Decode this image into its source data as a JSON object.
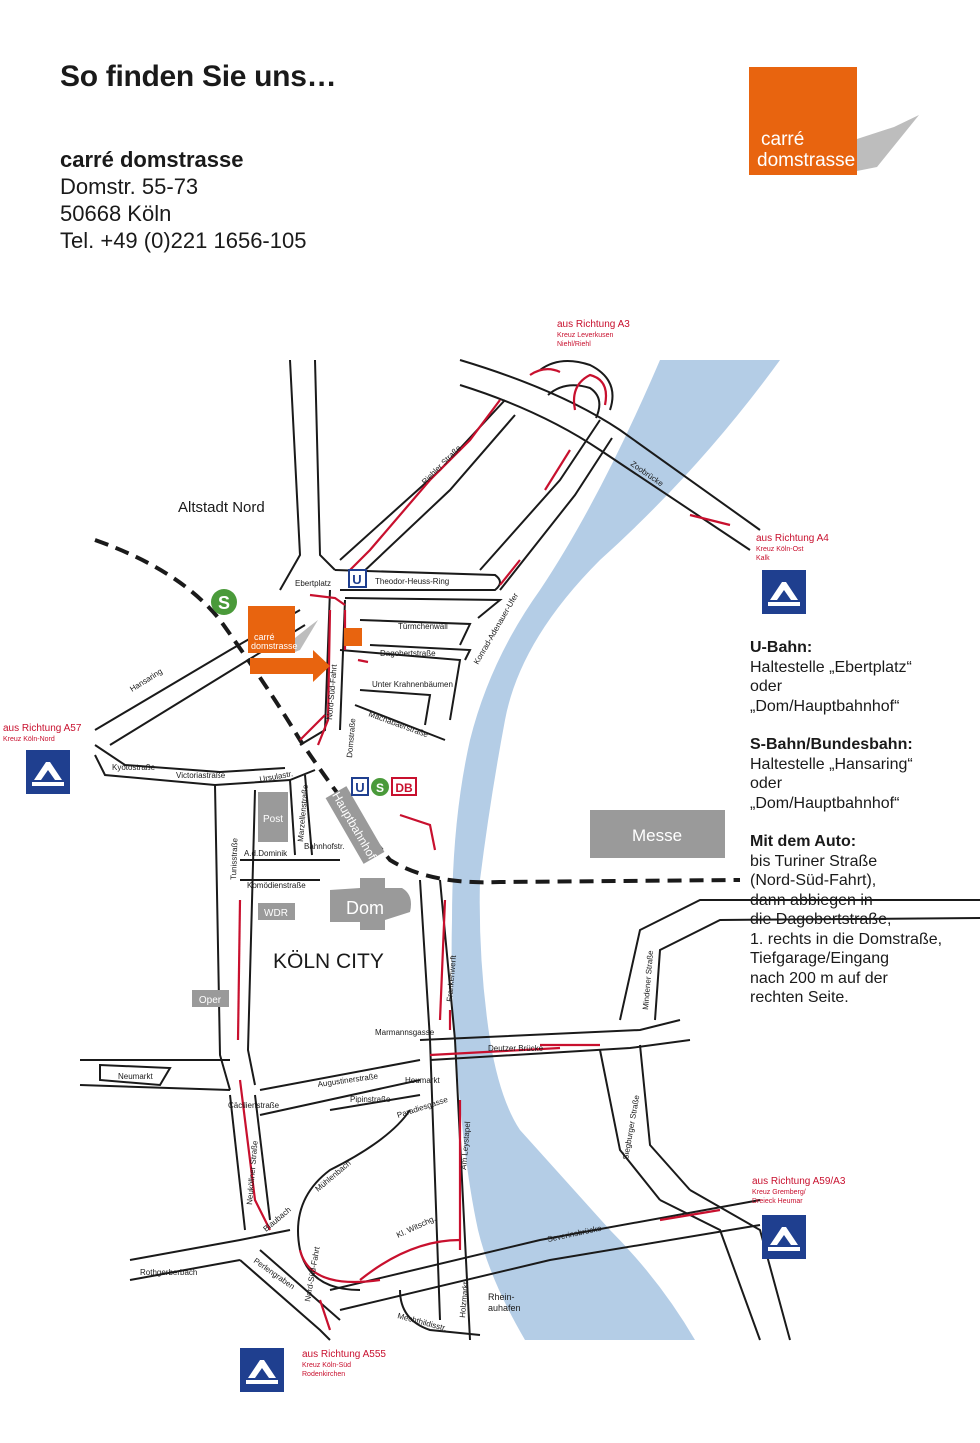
{
  "header": {
    "title": "So finden Sie uns…",
    "company": "carré domstrasse",
    "street": "Domstr. 55-73",
    "city": "50668 Köln",
    "phone": "Tel. +49 (0)221 1656-105"
  },
  "logo": {
    "line1": "carré",
    "line2": "domstrasse",
    "color": "#e8640f"
  },
  "info": {
    "ubahn_title": "U-Bahn:",
    "ubahn_line1": "Haltestelle „Ebertplatz“",
    "ubahn_line2": "oder",
    "ubahn_line3": "„Dom/Hauptbahnhof“",
    "sbahn_title": "S-Bahn/Bundesbahn:",
    "sbahn_line1": "Haltestelle „Hansaring“",
    "sbahn_line2": "oder",
    "sbahn_line3": "„Dom/Hauptbahnhof“",
    "auto_title": "Mit dem Auto:",
    "auto_line1": "bis Turiner Straße",
    "auto_line2": "(Nord-Süd-Fahrt),",
    "auto_line3": "dann abbiegen in",
    "auto_line4": "die Dagobertstraße,",
    "auto_line5": "1. rechts in die Domstraße,",
    "auto_line6": "Tiefgarage/Eingang",
    "auto_line7": "nach 200 m auf der",
    "auto_line8": "rechten Seite."
  },
  "colors": {
    "orange": "#e8640f",
    "river": "#b4cde6",
    "route": "#c8102e",
    "autobahn": "#1f3f8f",
    "sbahn": "#4a9a3a",
    "grey": "#9a9a9a"
  },
  "directions": {
    "a3": {
      "title": "aus Richtung A3",
      "l1": "Kreuz Leverkusen",
      "l2": "Niehl/Riehl"
    },
    "a4": {
      "title": "aus Richtung A4",
      "l1": "Kreuz Köln-Ost",
      "l2": "Kalk"
    },
    "a57": {
      "title": "aus Richtung A57",
      "l1": "Kreuz Köln-Nord"
    },
    "a59": {
      "title": "aus Richtung A59/A3",
      "l1": "Kreuz Gremberg/",
      "l2": "Dreieck Heumar"
    },
    "a555": {
      "title": "aus Richtung A555",
      "l1": "Kreuz Köln-Süd",
      "l2": "Rodenkirchen"
    }
  },
  "places": {
    "altstadt": "Altstadt Nord",
    "city": "KÖLN CITY",
    "rhein": "Rhein",
    "messe": "Messe",
    "dom": "Dom",
    "post": "Post",
    "wdr": "WDR",
    "oper": "Oper",
    "hbf": "Hauptbahnhof",
    "rheinauhafen1": "Rhein-",
    "rheinauhafen2": "auhafen"
  },
  "badges": {
    "u": "U",
    "s": "S",
    "db": "DB"
  },
  "streets": {
    "zoobruecke": "Zoobrücke",
    "riehler": "Riehler Straße",
    "ebertplatz": "Ebertplatz",
    "theodor": "Theodor-Heuss-Ring",
    "tuermchen": "Türmchenwall",
    "konrad": "Konrad-Adenauer-Ufer",
    "dagobert": "Dagobertstraße",
    "krahnen": "Unter Krahnenbäumen",
    "machabaeer": "Machabäerstraße",
    "domstr": "Domstraße",
    "nordsued": "Nord-Süd-Fahrt",
    "hansaring": "Hansaring",
    "kyoto": "Kyotostraße",
    "victoria": "Victoriastraße",
    "ursula": "Ursulastr.",
    "marzellen": "Marzellenstraße",
    "dominik": "A.d.Dominik",
    "bahnhof": "Bahnhofstr.",
    "tunis": "Tunisstraße",
    "komoedien": "Komödienstraße",
    "minden": "Mindener Straße",
    "frankenwerft": "Frankenwerft",
    "marmann": "Marmannsgasse",
    "deutzer": "Deutzer Brücke",
    "neumarkt": "Neumarkt",
    "augustiner": "Augustinerstraße",
    "heumarkt": "Heumarkt",
    "pipin": "Pipinstraße",
    "paradies": "Paradiesgasse",
    "caecilien": "Cäcilienstraße",
    "neukoellner": "Neuköllner Straße",
    "leystapel": "Am Leystapel",
    "siegburger": "Siegburger Straße",
    "muehlenbach": "Mühlenbach",
    "blaubach": "Blaubach",
    "witschg": "Kl. Witschg.",
    "severin": "Severinsbrücke",
    "rothgerber": "Rothgerberbach",
    "perlengraben": "Perlengraben",
    "nordsued2": "Nord-Süd-Fahrt",
    "holzmarkt": "Holzmarkt",
    "mechthild": "Mechthildisstr."
  }
}
